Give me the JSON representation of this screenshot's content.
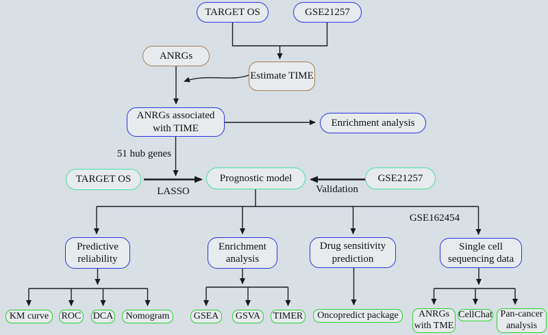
{
  "colors": {
    "background": "#d8dfe5",
    "node_fill": "#e7ebee",
    "blue_border": "#2c32df",
    "mint_border": "#47e19d",
    "green_border": "#2ed134",
    "brown_border": "#a87f57",
    "line": "#1a1a1a",
    "text": "#111111"
  },
  "nodes": {
    "target_os_top": "TARGET OS",
    "gse21257_top": "GSE21257",
    "anrgs": "ANRGs",
    "estimate_time": "Estimate TIME",
    "anrgs_time": {
      "line1": "ANRGs associated",
      "line2": "with TIME"
    },
    "enrichment_analysis_1": "Enrichment analysis",
    "target_os_mid": "TARGET OS",
    "prognostic_model": "Prognostic model",
    "gse21257_mid": "GSE21257",
    "predictive_reliability": {
      "line1": "Predictive",
      "line2": "reliability"
    },
    "enrichment_analysis_2": {
      "line1": "Enrichment",
      "line2": "analysis"
    },
    "drug_sensitivity": {
      "line1": "Drug sensitivity",
      "line2": "prediction"
    },
    "single_cell": {
      "line1": "Single cell",
      "line2": "sequencing data"
    },
    "km_curve": "KM curve",
    "roc": "ROC",
    "dca": "DCA",
    "nomogram": "Nomogram",
    "gsea": "GSEA",
    "gsva": "GSVA",
    "timer": "TIMER",
    "oncopredict": "Oncopredict package",
    "anrgs_with_tme": {
      "line1": "ANRGs",
      "line2": "with TME"
    },
    "cellchat": "CellChat",
    "pan_cancer": {
      "line1": "Pan-cancer",
      "line2": "analysis"
    }
  },
  "edge_labels": {
    "hub_genes": "51 hub genes",
    "lasso": "LASSO",
    "validation": "Validation",
    "gse162454": "GSE162454"
  }
}
